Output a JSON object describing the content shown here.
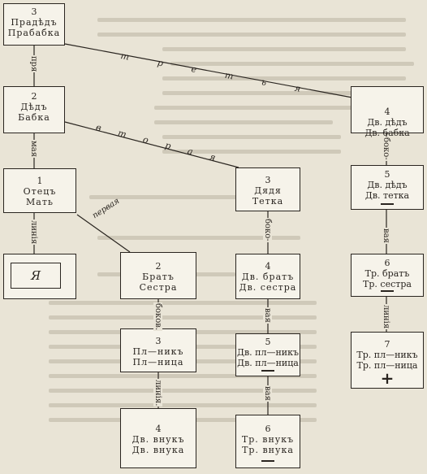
{
  "boxes": {
    "b3_pradeda": {
      "num": "3",
      "l1": "Прадѣдъ",
      "l2": "Прабабка"
    },
    "b2_ded": {
      "num": "2",
      "l1": "Дѣдъ",
      "l2": "Бабка"
    },
    "b1_otets": {
      "num": "1",
      "l1": "Отецъ",
      "l2": "Мать"
    },
    "b_ya": {
      "label": "Я"
    },
    "b4_dv_ded": {
      "num": "4",
      "l1": "Дв. дѣдъ",
      "l2": "Дв. бабка"
    },
    "b3_dyadya": {
      "num": "3",
      "l1": "Дядя",
      "l2": "Тетка"
    },
    "b5_dv_ded": {
      "num": "5",
      "l1": "Дв. дѣдъ",
      "l2": "Дв. тетка"
    },
    "b2_brat": {
      "num": "2",
      "l1": "Братъ",
      "l2": "Сестра"
    },
    "b4_dv_brat": {
      "num": "4",
      "l1": "Дв. братъ",
      "l2": "Дв. сестра"
    },
    "b6_tr_brat": {
      "num": "6",
      "l1": "Тр. братъ",
      "l2": "Тр. сестра"
    },
    "b3_plnik": {
      "num": "3",
      "l1": "Пл—никъ",
      "l2": "Пл—ница"
    },
    "b5_dv_plnik": {
      "num": "5",
      "l1": "Дв. пл—никъ",
      "l2": "Дв. пл—ница"
    },
    "b7_tr_plnik": {
      "num": "7",
      "l1": "Тр. пл—никъ",
      "l2": "Тр. пл—ница"
    },
    "b4_dv_vnuk": {
      "num": "4",
      "l1": "Дв. внукъ",
      "l2": "Дв. внука"
    },
    "b6_tr_vnuk": {
      "num": "6",
      "l1": "Тр. внукъ",
      "l2": "Тр. внука"
    }
  },
  "labels": {
    "pr": "пря",
    "maya": "мая",
    "liniya": "линія",
    "bokov": "боков.",
    "liniya2": "линія.",
    "boko1": "боко-",
    "boko2": "боко-",
    "vaya1": "вая",
    "vaya2": "вая",
    "vaya3": "вая",
    "liniya3": "линія",
    "pervaya": "первая",
    "tretya": "т р е т ь я",
    "vtoraya": "в т о р а я"
  }
}
